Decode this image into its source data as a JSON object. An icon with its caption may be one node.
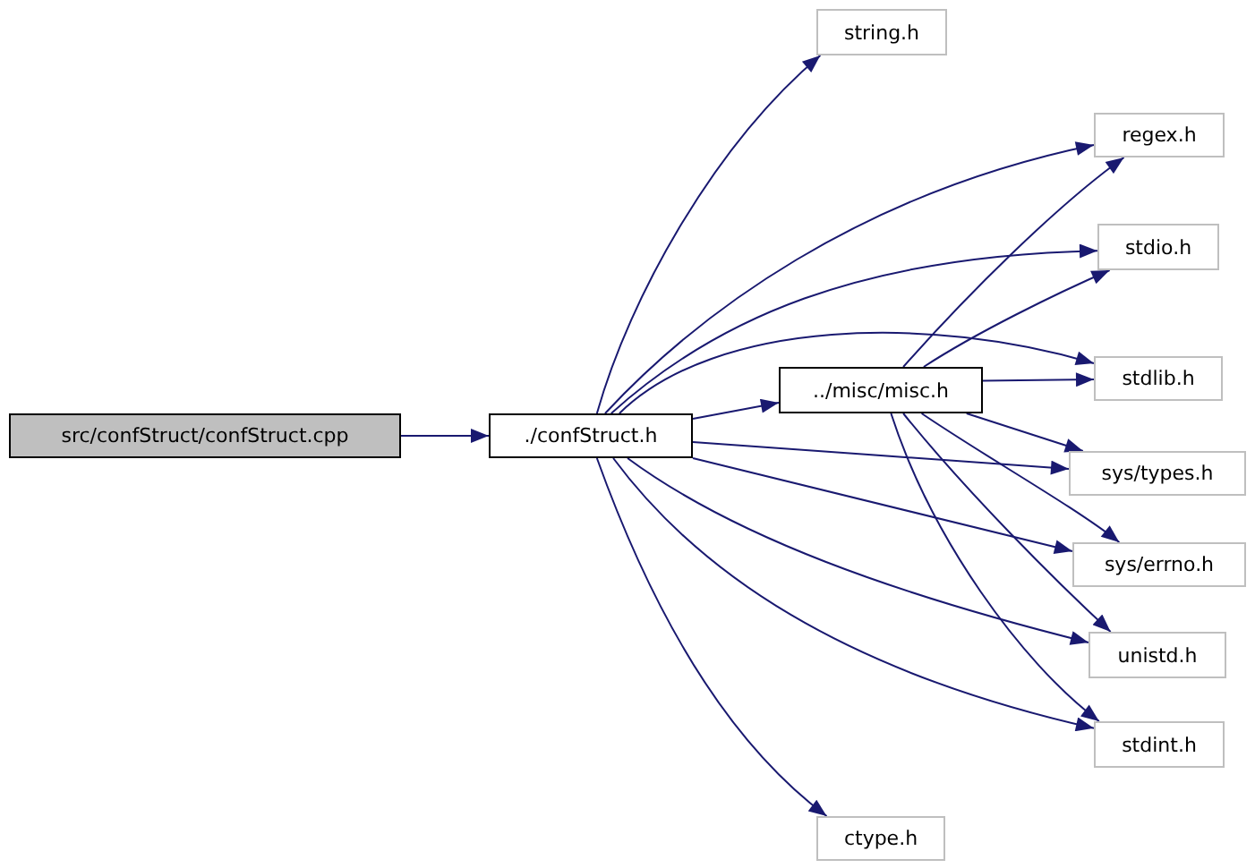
{
  "diagram": {
    "nodes": [
      {
        "text": [
          "src/confStruct/confStruct.cpp"
        ]
      },
      {
        "text": [
          "./confStruct.h"
        ]
      },
      {
        "text": [
          "string.h"
        ]
      },
      {
        "text": [
          "regex.h"
        ]
      },
      {
        "text": [
          "stdio.h"
        ]
      },
      {
        "text": [
          "../misc/misc.h"
        ]
      },
      {
        "text": [
          "stdlib.h"
        ]
      },
      {
        "text": [
          "sys/types.h"
        ]
      },
      {
        "text": [
          "sys/errno.h"
        ]
      },
      {
        "text": [
          "unistd.h"
        ]
      },
      {
        "text": [
          "stdint.h"
        ]
      },
      {
        "text": [
          "ctype.h"
        ]
      }
    ],
    "edges": [
      {
        "from": 0,
        "to": 1,
        "arrow": "to"
      },
      {
        "from": 1,
        "to": 2,
        "arrow": "to"
      },
      {
        "from": 1,
        "to": 3,
        "arrow": "to"
      },
      {
        "from": 1,
        "to": 4,
        "arrow": "to"
      },
      {
        "from": 1,
        "to": 5,
        "arrow": "to"
      },
      {
        "from": 1,
        "to": 6,
        "arrow": "to"
      },
      {
        "from": 1,
        "to": 7,
        "arrow": "to"
      },
      {
        "from": 1,
        "to": 8,
        "arrow": "to"
      },
      {
        "from": 1,
        "to": 9,
        "arrow": "to"
      },
      {
        "from": 1,
        "to": 10,
        "arrow": "to"
      },
      {
        "from": 1,
        "to": 11,
        "arrow": "to"
      },
      {
        "from": 5,
        "to": 3,
        "arrow": "to"
      },
      {
        "from": 5,
        "to": 4,
        "arrow": "to"
      },
      {
        "from": 5,
        "to": 6,
        "arrow": "to"
      },
      {
        "from": 5,
        "to": 7,
        "arrow": "to"
      },
      {
        "from": 5,
        "to": 8,
        "arrow": "to"
      },
      {
        "from": 5,
        "to": 9,
        "arrow": "to"
      },
      {
        "from": 5,
        "to": 10,
        "arrow": "to"
      }
    ]
  }
}
